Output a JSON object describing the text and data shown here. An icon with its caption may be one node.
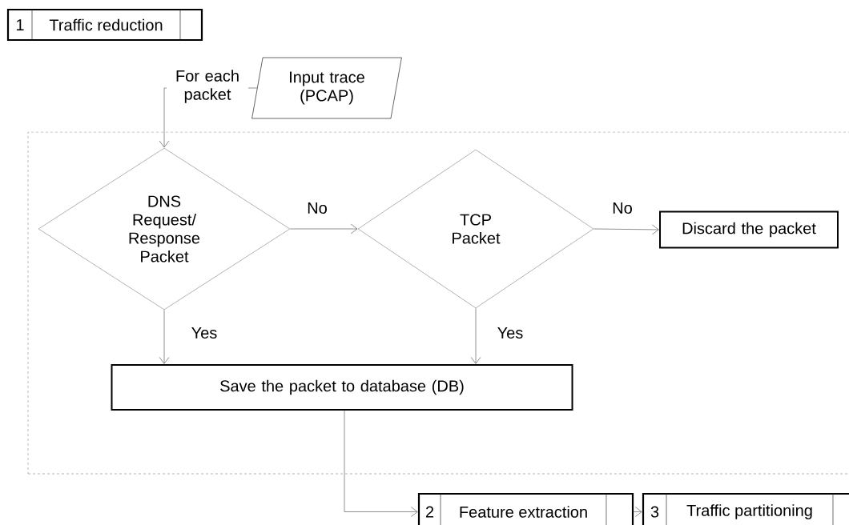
{
  "diagram": {
    "nodes": [
      {
        "text": [
          "1",
          "Traffic reduction"
        ]
      },
      {
        "text": [
          "Input trace (PCAP)"
        ]
      },
      {
        "text": [],
        "shape": "box"
      },
      {
        "text": [
          "DNS Request/ Response Packet"
        ],
        "in": 2
      },
      {
        "text": [
          "TCP Packet"
        ],
        "in": 2
      },
      {
        "text": [
          "Discard the packet"
        ],
        "in": 2
      },
      {
        "text": [
          "Save the packet to database (DB)"
        ],
        "in": 2
      },
      {
        "text": [
          "2",
          "Feature extraction"
        ]
      },
      {
        "text": [
          "3",
          "Traffic partitioning"
        ]
      }
    ],
    "edges": [
      {
        "from": 1,
        "to": 3,
        "arrow": "to",
        "label": "For each packet"
      },
      {
        "from": 3,
        "to": 4,
        "arrow": "to",
        "label": "No"
      },
      {
        "from": 4,
        "to": 5,
        "arrow": "to",
        "label": "No"
      },
      {
        "from": 3,
        "to": 6,
        "arrow": "to",
        "label": "Yes"
      },
      {
        "from": 4,
        "to": 6,
        "arrow": "to",
        "label": "Yes"
      },
      {
        "from": 6,
        "to": 7,
        "arrow": "to"
      },
      {
        "from": 7,
        "to": 8,
        "arrow": "to"
      }
    ]
  }
}
